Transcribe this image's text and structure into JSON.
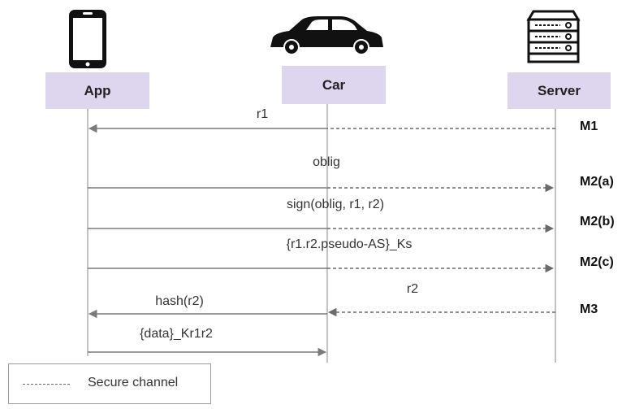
{
  "actors": {
    "app": {
      "label": "App",
      "icon": "smartphone-icon"
    },
    "car": {
      "label": "Car",
      "icon": "car-icon"
    },
    "server": {
      "label": "Server",
      "icon": "server-icon"
    }
  },
  "messages": [
    {
      "id": "r1",
      "label": "r1",
      "from": "car",
      "to": "app",
      "style": "solid"
    },
    {
      "id": "m1",
      "label": "",
      "from": "server",
      "to": "car",
      "style": "dashed"
    },
    {
      "id": "oblig",
      "label": "oblig",
      "from": "app",
      "to": "car",
      "style": "solid"
    },
    {
      "id": "oblig-fwd",
      "label": "",
      "from": "car",
      "to": "server",
      "style": "dashed"
    },
    {
      "id": "sign",
      "label": "sign(oblig, r1, r2)",
      "from": "app",
      "to": "car",
      "style": "solid"
    },
    {
      "id": "sign-fwd",
      "label": "",
      "from": "car",
      "to": "server",
      "style": "dashed"
    },
    {
      "id": "pseudo",
      "label": "{r1.r2.pseudo-AS}_Ks",
      "from": "app",
      "to": "car",
      "style": "solid"
    },
    {
      "id": "pseudo-fwd",
      "label": "",
      "from": "car",
      "to": "server",
      "style": "dashed"
    },
    {
      "id": "r2",
      "label": "r2",
      "from": "server",
      "to": "car",
      "style": "dashed"
    },
    {
      "id": "hash",
      "label": "hash(r2)",
      "from": "car",
      "to": "app",
      "style": "solid"
    },
    {
      "id": "data",
      "label": "{data}_Kr1r2",
      "from": "app",
      "to": "car",
      "style": "solid"
    }
  ],
  "steps": [
    "M1",
    "M2(a)",
    "M2(b)",
    "M2(c)",
    "M3"
  ],
  "legend": {
    "label": "Secure channel",
    "line_style": "dashed"
  },
  "colors": {
    "actor_box": "#ddd6ee",
    "lifeline": "#9a9a9a",
    "solid_arrow": "#7a7a7a",
    "dashed_arrow": "#6a6a6a",
    "text": "#222222"
  }
}
